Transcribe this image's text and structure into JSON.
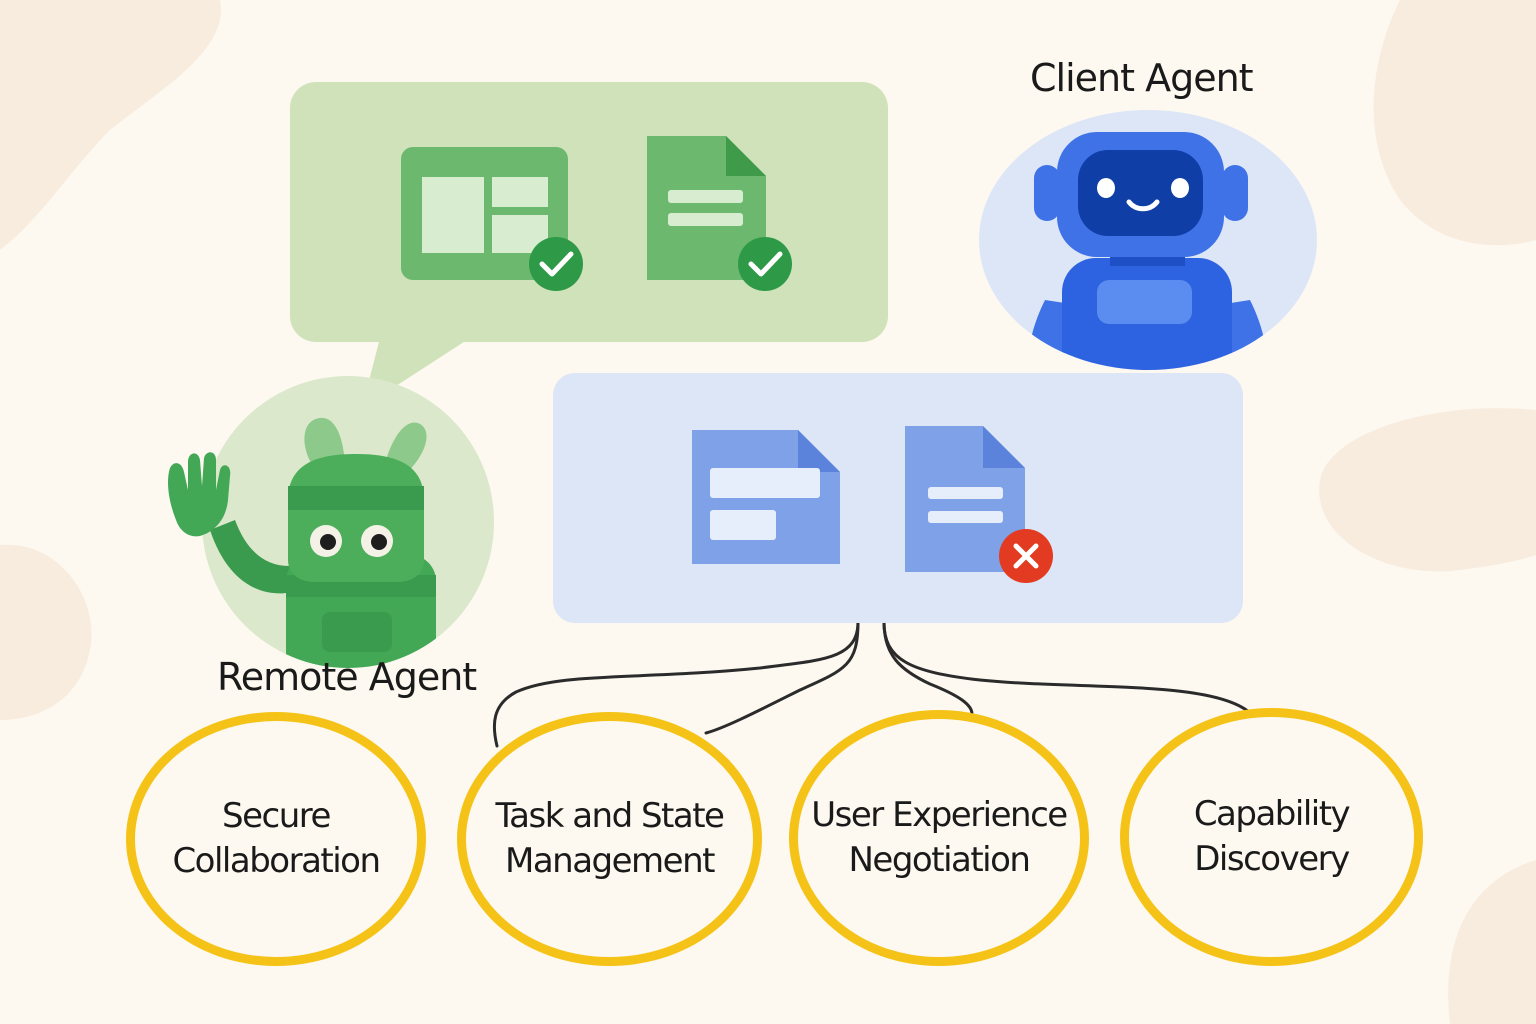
{
  "client_agent": {
    "label": "Client Agent",
    "icon": "blue-robot-icon",
    "color": "#2d62e0"
  },
  "remote_agent": {
    "label": "Remote Agent",
    "icon": "green-robot-waving-icon",
    "color": "#3a9a4e"
  },
  "remote_message": {
    "artifacts": [
      {
        "icon": "layout-document-icon",
        "status": "approved",
        "status_icon": "check-icon"
      },
      {
        "icon": "text-document-icon",
        "status": "approved",
        "status_icon": "check-icon"
      }
    ],
    "color": "#cfe2ba"
  },
  "client_panel": {
    "artifacts": [
      {
        "icon": "form-document-icon",
        "status": ""
      },
      {
        "icon": "text-document-icon",
        "status": "rejected",
        "status_icon": "close-icon"
      }
    ],
    "color": "#dde6f7"
  },
  "capabilities": [
    {
      "line1": "Secure",
      "line2": "Collaboration"
    },
    {
      "line1": "Task and State",
      "line2": "Management"
    },
    {
      "line1": "User Experience",
      "line2": "Negotiation"
    },
    {
      "line1": "Capability",
      "line2": "Discovery"
    }
  ],
  "colors": {
    "background": "#fdf9f0",
    "capability_ring": "#f5c318",
    "approve": "#2e9a48",
    "reject": "#e33b22"
  }
}
